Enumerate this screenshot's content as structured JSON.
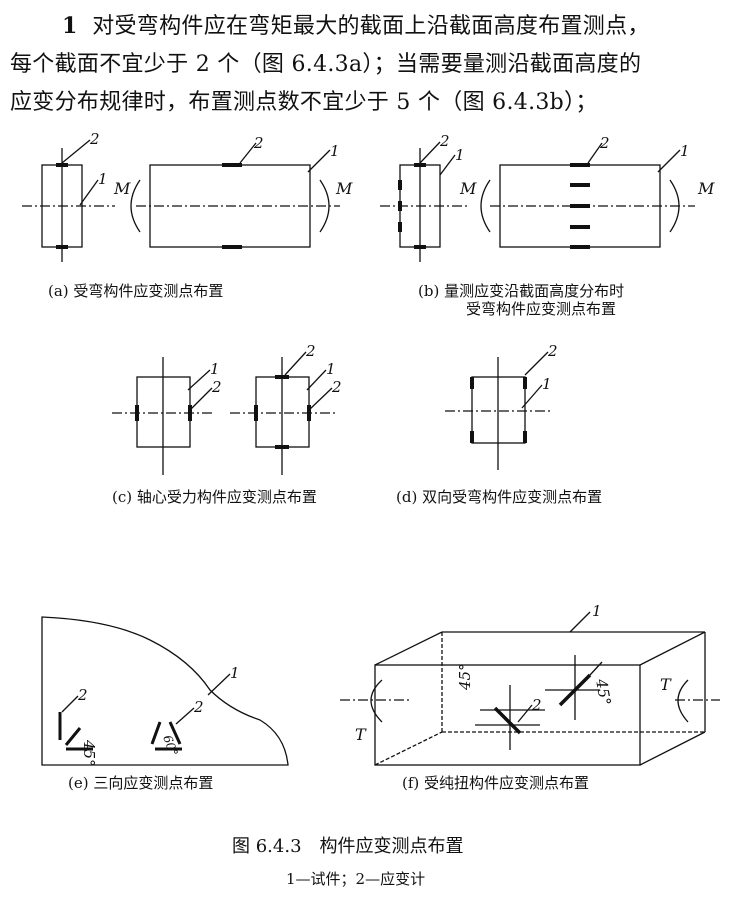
{
  "paragraph": {
    "number": "1",
    "line1": "对受弯构件应在弯矩最大的截面上沿截面高度布置测点，",
    "line2": "每个截面不宜少于 2 个（图 6.4.3a）；当需要量测沿截面高度的",
    "line3": "应变分布规律时，布置测点数不宜少于 5 个（图 6.4.3b）；"
  },
  "labels": {
    "specimen": "1",
    "gauge": "2",
    "moment": "M",
    "torque": "T",
    "angle45": "45°",
    "angle60": "60°"
  },
  "captions": {
    "a": "(a) 受弯构件应变测点布置",
    "b_line1": "(b) 量测应变沿截面高度分布时",
    "b_line2": "受弯构件应变测点布置",
    "c": "(c) 轴心受力构件应变测点布置",
    "d": "(d) 双向受弯构件应变测点布置",
    "e": "(e) 三向应变测点布置",
    "f": "(f) 受纯扭构件应变测点布置"
  },
  "figure": {
    "title": "图 6.4.3　构件应变测点布置",
    "legend": "1—试件；2—应变计"
  }
}
